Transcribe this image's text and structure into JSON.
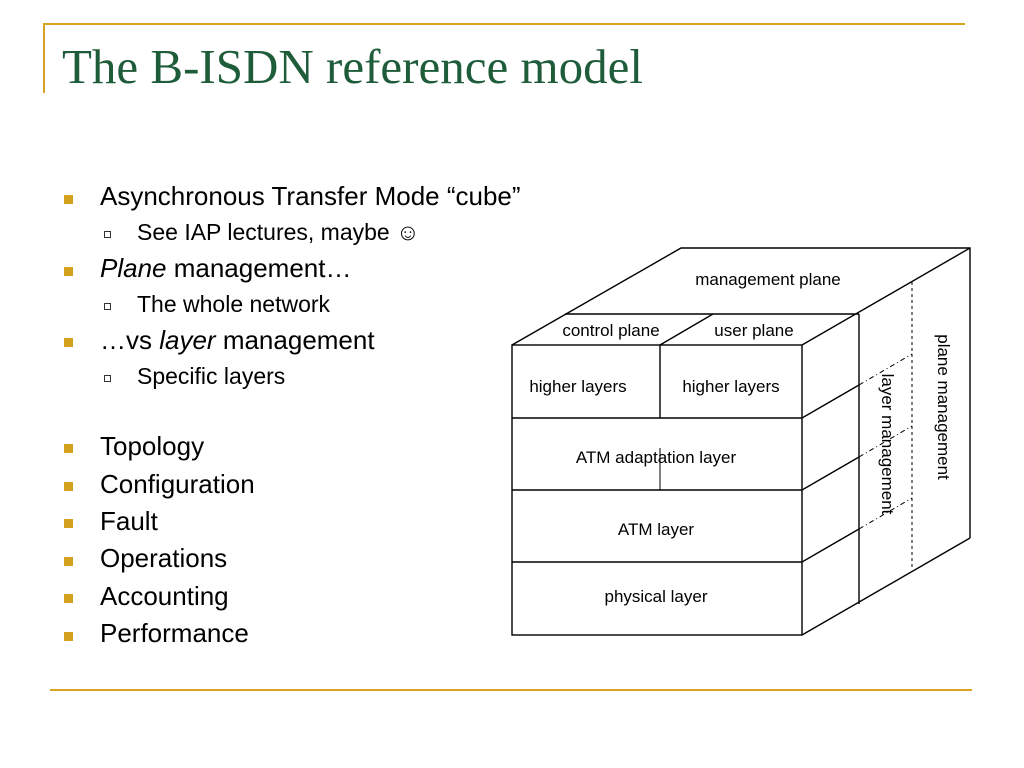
{
  "slide": {
    "title": "The B-ISDN reference model",
    "accent_color": "#d9a422",
    "title_color": "#1e5c3a"
  },
  "bullets": [
    {
      "level": 1,
      "text": "Asynchronous Transfer Mode “cube”"
    },
    {
      "level": 2,
      "text": "See IAP lectures, maybe ☺"
    },
    {
      "level": 1,
      "text_italic": "Plane",
      "text_rest": " management…"
    },
    {
      "level": 2,
      "text": "The whole network"
    },
    {
      "level": 1,
      "text_pre": "…vs ",
      "text_italic": "layer",
      "text_rest": " management"
    },
    {
      "level": 2,
      "text": "Specific layers"
    },
    {
      "level": 1,
      "text": "Topology"
    },
    {
      "level": 1,
      "text": "Configuration"
    },
    {
      "level": 1,
      "text": "Fault"
    },
    {
      "level": 1,
      "text": "Operations"
    },
    {
      "level": 1,
      "text": "Accounting"
    },
    {
      "level": 1,
      "text": "Performance"
    }
  ],
  "diagram": {
    "management_plane": "management plane",
    "control_plane": "control plane",
    "user_plane": "user plane",
    "higher_layers_left": "higher layers",
    "higher_layers_right": "higher layers",
    "atm_adaptation_layer": "ATM adaptation layer",
    "atm_layer": "ATM layer",
    "physical_layer": "physical layer",
    "layer_management": "layer management",
    "plane_management": "plane management"
  }
}
